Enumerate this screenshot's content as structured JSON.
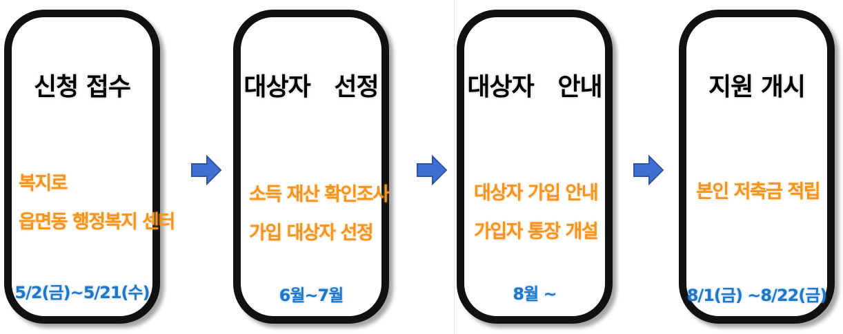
{
  "steps": [
    {
      "title": "신청 접수",
      "lines": [
        "복지로",
        "읍면동 행정복지 센터"
      ],
      "date": "5/2(금)~5/21(수)"
    },
    {
      "title": "대상자   선정",
      "lines": [
        "소득 재산 확인조사",
        "가입 대상자 선정"
      ],
      "date": "6월~7월"
    },
    {
      "title": "대상자   안내",
      "lines": [
        "대상자 가입 안내",
        "가입자 통장 개설"
      ],
      "date": "8월 ~"
    },
    {
      "title": "지원 개시",
      "lines": [
        "본인 저축금 적립"
      ],
      "date": "8/1(금) ~8/22(금)"
    }
  ],
  "colors": {
    "border": "#111111",
    "title": "#000000",
    "detail_text": "#f39320",
    "date_text": "#1f77c9",
    "arrow_fill": "#3f6fd0",
    "arrow_stroke": "#2e54a6"
  },
  "icons": {
    "connector": "arrow-right-icon"
  }
}
